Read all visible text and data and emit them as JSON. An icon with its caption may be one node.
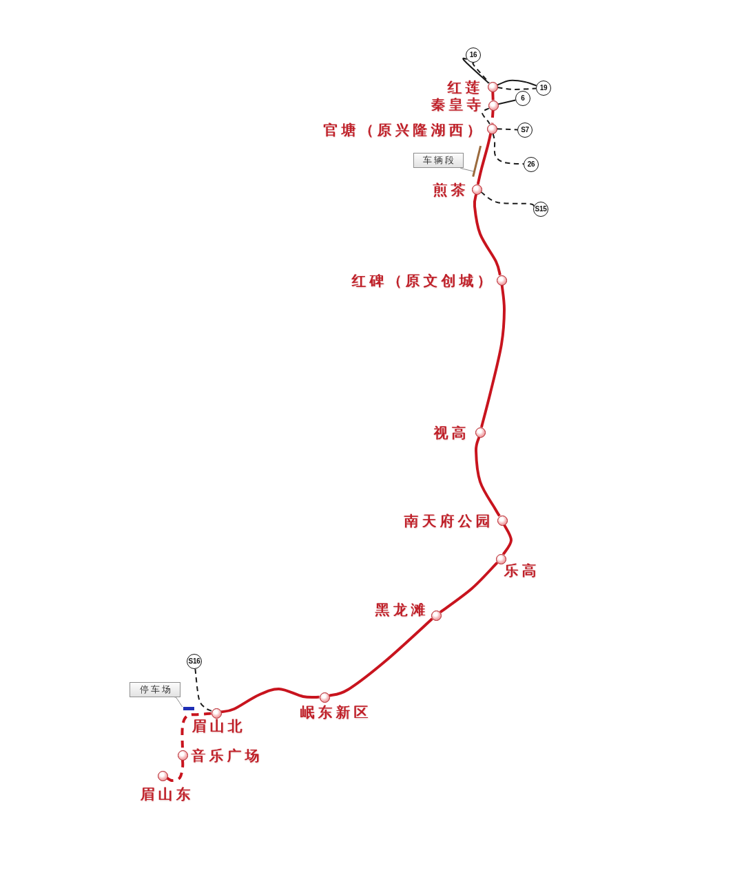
{
  "diagram": {
    "nodes": [
      {
        "text": [
          "16"
        ]
      },
      {
        "text": [],
        "shape": "circle",
        "beside": [
          "红莲"
        ]
      },
      {
        "text": [
          "19"
        ]
      },
      {
        "text": [],
        "shape": "circle",
        "beside": [
          "秦皇寺"
        ]
      },
      {
        "text": [
          "6"
        ]
      },
      {
        "text": [],
        "shape": "circle",
        "beside": [
          "官塘（原兴隆湖西）"
        ]
      },
      {
        "text": [
          "S7"
        ]
      },
      {
        "text": [
          "车辆段"
        ]
      },
      {
        "text": [
          "26"
        ]
      },
      {
        "text": [],
        "shape": "bar"
      },
      {
        "text": [],
        "shape": "circle",
        "beside": [
          "煎茶"
        ]
      },
      {
        "text": [
          "S15"
        ]
      },
      {
        "text": [],
        "shape": "circle",
        "beside": [
          "红碑（原文创城）"
        ]
      },
      {
        "text": [],
        "shape": "circle",
        "beside": [
          "视高"
        ]
      },
      {
        "text": [],
        "shape": "circle",
        "beside": [
          "南天府公园"
        ]
      },
      {
        "text": [],
        "shape": "circle",
        "beside": [
          "乐高"
        ]
      },
      {
        "text": [],
        "shape": "circle",
        "beside": [
          "黑龙滩"
        ]
      },
      {
        "text": [
          "S16"
        ]
      },
      {
        "text": [
          "停车场"
        ]
      },
      {
        "text": [],
        "shape": "circle",
        "beside": [
          "岷东新区"
        ]
      },
      {
        "text": [],
        "shape": "bar"
      },
      {
        "text": [],
        "shape": "circle",
        "beside": [
          "眉山北"
        ]
      },
      {
        "text": [],
        "shape": "circle",
        "beside": [
          "音乐广场"
        ]
      },
      {
        "text": [],
        "shape": "circle",
        "beside": [
          "眉山东"
        ]
      }
    ],
    "edges": [
      {
        "from": 1,
        "to": 3,
        "arrow": "none",
        "style": "thick"
      },
      {
        "from": 3,
        "to": 5,
        "arrow": "none",
        "style": "dashed"
      },
      {
        "from": 5,
        "to": 10,
        "arrow": "none",
        "style": "thick"
      },
      {
        "from": 10,
        "to": 12,
        "arrow": "none",
        "style": "thick"
      },
      {
        "from": 12,
        "to": 13,
        "arrow": "none",
        "style": "thick"
      },
      {
        "from": 13,
        "to": 14,
        "arrow": "none",
        "style": "thick"
      },
      {
        "from": 14,
        "to": 15,
        "arrow": "none",
        "style": "thick"
      },
      {
        "from": 15,
        "to": 16,
        "arrow": "none",
        "style": "thick"
      },
      {
        "from": 16,
        "to": 19,
        "arrow": "none",
        "style": "thick"
      },
      {
        "from": 19,
        "to": 21,
        "arrow": "none",
        "style": "thick"
      },
      {
        "from": 21,
        "to": 22,
        "arrow": "none",
        "style": "dashed"
      },
      {
        "from": 22,
        "to": 23,
        "arrow": "none",
        "style": "dashed"
      },
      {
        "from": 0,
        "to": 1,
        "arrow": "none",
        "color": "#1a1a1a"
      },
      {
        "from": 1,
        "to": 2,
        "arrow": "none",
        "color": "#1a1a1a"
      },
      {
        "from": 0,
        "to": 1,
        "arrow": "none",
        "style": "dashed",
        "color": "#1a1a1a"
      },
      {
        "from": 1,
        "to": 2,
        "arrow": "none",
        "style": "dashed",
        "color": "#1a1a1a"
      },
      {
        "from": 3,
        "to": 4,
        "arrow": "none",
        "color": "#1a1a1a"
      },
      {
        "from": 3,
        "to": 5,
        "arrow": "none",
        "style": "dashed",
        "color": "#1a1a1a"
      },
      {
        "from": 5,
        "to": 6,
        "arrow": "none",
        "style": "dashed",
        "color": "#1a1a1a"
      },
      {
        "from": 5,
        "to": 8,
        "arrow": "none",
        "style": "dashed",
        "color": "#1a1a1a"
      },
      {
        "from": 10,
        "to": 11,
        "arrow": "none",
        "style": "dashed",
        "color": "#1a1a1a"
      },
      {
        "from": 17,
        "to": 21,
        "arrow": "none",
        "style": "dashed",
        "color": "#1a1a1a"
      },
      {
        "from": 7,
        "to": 9,
        "arrow": "none",
        "color": "#808080"
      },
      {
        "from": 18,
        "to": 20,
        "arrow": "none",
        "color": "#808080"
      }
    ]
  }
}
